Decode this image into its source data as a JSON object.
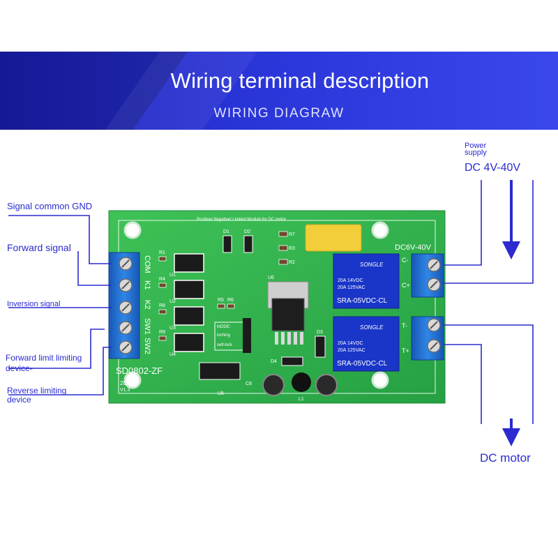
{
  "header": {
    "title": "Wiring terminal description",
    "subtitle": "WIRING DIAGRAW"
  },
  "labels": {
    "signal_gnd": "Signal common GND",
    "forward_signal": "Forward signal",
    "inversion_signal": "Inversion signal",
    "forward_limit_1": "Forward limit limiting",
    "forward_limit_2": "device-",
    "reverse_limit_1": "Reverse limiting",
    "reverse_limit_2": "device",
    "power_1": "Power",
    "power_2": "supply",
    "voltage": "DC 4V-40V",
    "motor": "DC motor"
  },
  "board": {
    "top_text": "Positive/ Negative/ Limited  Module  for DC motor",
    "model": "SD0802-ZF",
    "date": "2020-2",
    "version": "V1.3",
    "terminals_left": [
      "COM",
      "K1",
      "K2",
      "SW1",
      "SW2"
    ],
    "supply_label": "DC6V-40V",
    "right_terminals": [
      "C-",
      "C+",
      "T-",
      "T+"
    ],
    "relay_brand": "SONGLE",
    "relay_rating_1": "20A 14VDC",
    "relay_rating_2": "20A 125VAC",
    "relay_model": "SRA-05VDC-CL",
    "mode_label": "MODE:",
    "mode_option_1": "inching",
    "mode_option_2": "self-lock",
    "components": [
      "D1",
      "D2",
      "R7",
      "R3",
      "R2",
      "R1",
      "U1",
      "U2",
      "U3",
      "U4",
      "U5",
      "U6",
      "D3",
      "D4",
      "C8",
      "L1",
      "R4",
      "R5",
      "R6",
      "R8",
      "R9"
    ]
  },
  "colors": {
    "banner": "#2a35d8",
    "pcb": "#2fb04a",
    "line": "#2b2bd0",
    "terminal": "#1e6fd0",
    "relay": "#1a36c8"
  }
}
